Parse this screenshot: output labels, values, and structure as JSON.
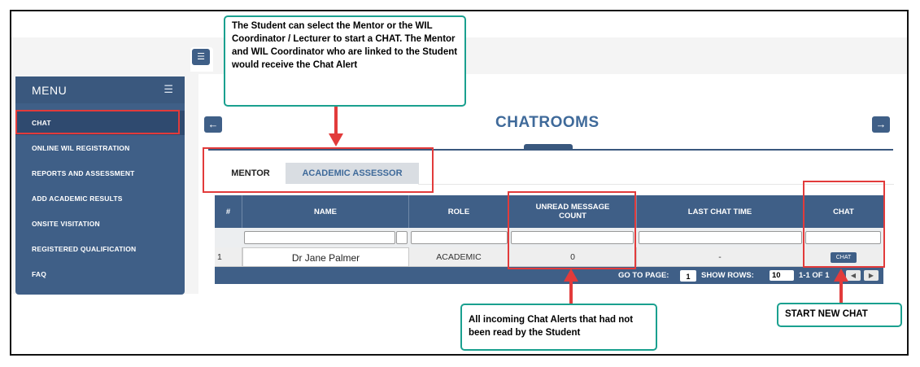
{
  "sidebar": {
    "menu_label": "MENU",
    "items": [
      {
        "label": "CHAT"
      },
      {
        "label": "ONLINE WIL REGISTRATION"
      },
      {
        "label": "REPORTS AND ASSESSMENT"
      },
      {
        "label": "ADD ACADEMIC RESULTS"
      },
      {
        "label": "ONSITE VISITATION"
      },
      {
        "label": "REGISTERED QUALIFICATION"
      },
      {
        "label": "FAQ"
      }
    ]
  },
  "header": {
    "title": "CHATROOMS",
    "prev_icon": "arrow-left-icon",
    "next_icon": "arrow-right-icon"
  },
  "tabs": [
    {
      "label": "MENTOR",
      "selected": true
    },
    {
      "label": "ACADEMIC ASSESSOR",
      "selected": false
    }
  ],
  "table": {
    "columns": [
      "#",
      "NAME",
      "ROLE",
      "UNREAD MESSAGE COUNT",
      "LAST CHAT TIME",
      "CHAT"
    ],
    "rows": [
      {
        "num": "1",
        "name": "Dr Jane Palmer",
        "role": "ACADEMIC",
        "unread": "0",
        "last_chat": "-",
        "chat_button": "CHAT"
      }
    ],
    "footer": {
      "go_to_page_label": "GO TO PAGE:",
      "page_value": "1",
      "show_rows_label": "SHOW ROWS:",
      "rows_value": "10",
      "range_text": "1-1 OF 1"
    }
  },
  "annotations": {
    "top_callout": "The Student can select the Mentor or the WIL Coordinator / Lecturer to start a CHAT.  The Mentor and WIL Coordinator who are linked to the Student would receive the Chat Alert",
    "bottom_callout": "All incoming Chat Alerts that had not been read by the Student",
    "right_callout": "START NEW CHAT"
  },
  "colors": {
    "primary": "#3f5f87",
    "title": "#3f6a9a",
    "annotation_red": "#e23b3b",
    "callout_border": "#1aa08f"
  }
}
